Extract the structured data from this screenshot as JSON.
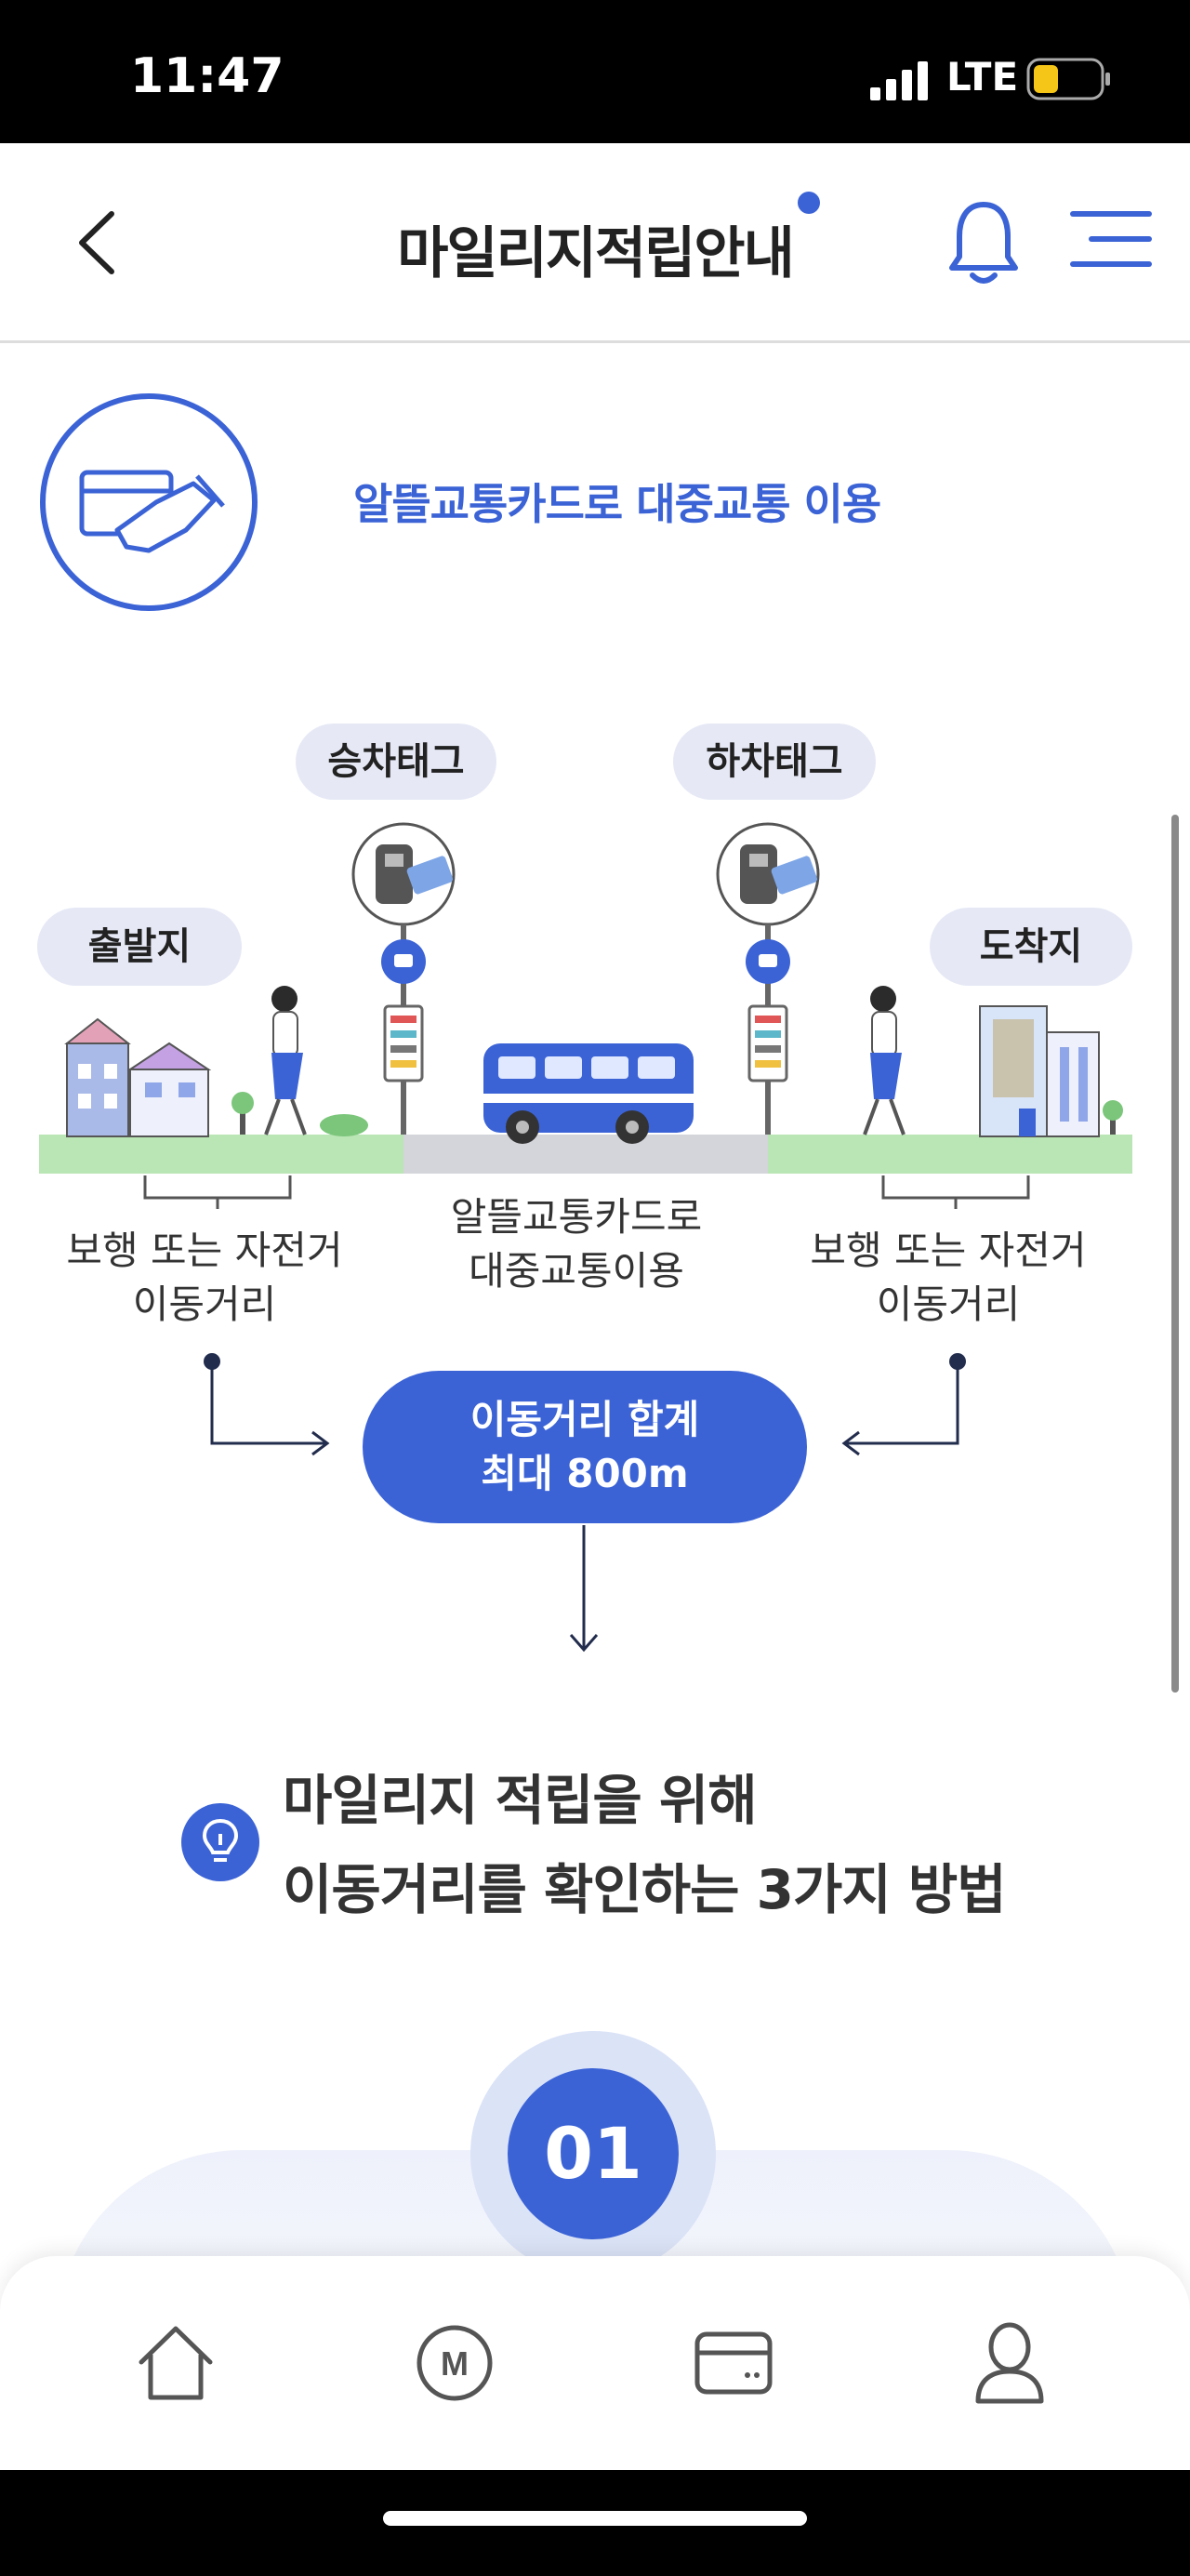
{
  "status": {
    "time": "11:47",
    "network": "LTE"
  },
  "header": {
    "title": "마일리지적립안내"
  },
  "intro": {
    "heading": "알뜰교통카드로 대중교통 이용"
  },
  "diagram": {
    "board_tag": "승차태그",
    "alight_tag": "하차태그",
    "origin": "출발지",
    "destination": "도착지",
    "walk_left": [
      "보행 또는 자전거",
      "이동거리"
    ],
    "transit": [
      "알뜰교통카드로",
      "대중교통이용"
    ],
    "walk_right": [
      "보행 또는 자전거",
      "이동거리"
    ],
    "total": [
      "이동거리 합계",
      "최대 800m"
    ]
  },
  "tip": {
    "lines": [
      "마일리지 적립을 위해",
      "이동거리를 확인하는 3가지 방법"
    ]
  },
  "step": {
    "number": "01"
  },
  "colors": {
    "accent": "#3b63d6",
    "pill": "#e6e9f5",
    "ground_green": "#b9e6b4",
    "road": "#d4d5da"
  }
}
